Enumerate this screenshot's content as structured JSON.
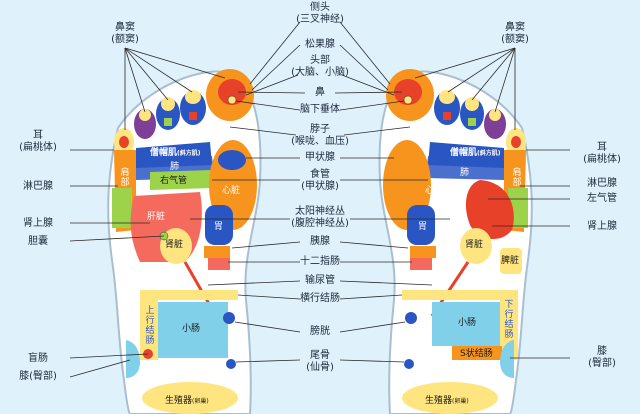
{
  "center_labels": [
    {
      "id": "toe-head",
      "text": "头部",
      "sub": "(大脑、小脑)"
    },
    {
      "id": "nose",
      "text": "鼻"
    },
    {
      "id": "pituitary",
      "text": "脑下垂体"
    },
    {
      "id": "neck",
      "text": "脖子",
      "sub": "(喉咙、血压)"
    },
    {
      "id": "thyroid",
      "text": "甲状腺"
    },
    {
      "id": "esophagus",
      "text": "食管",
      "sub": "(甲状腺)"
    },
    {
      "id": "solar",
      "text": "太阳神经丛",
      "sub": "(腹腔神经丛)"
    },
    {
      "id": "pancreas",
      "text": "胰腺"
    },
    {
      "id": "duodenum",
      "text": "十二指肠"
    },
    {
      "id": "ureter",
      "text": "输尿管"
    },
    {
      "id": "transverse",
      "text": "横行结肠"
    },
    {
      "id": "bladder",
      "text": "膀胱"
    },
    {
      "id": "coccyx",
      "text": "尾骨",
      "sub": "(仙骨)"
    }
  ],
  "top_labels": {
    "trigeminal": {
      "text": "侧头",
      "sub": "(三叉神经)"
    },
    "pineal": {
      "text": "松果腺"
    }
  },
  "left_labels": {
    "sinus": {
      "text": "鼻窦",
      "sub": "(额窦)"
    },
    "ear": {
      "text": "耳",
      "sub": "(扁桃体)"
    },
    "lymph": {
      "text": "淋巴腺"
    },
    "adrenal": {
      "text": "肾上腺"
    },
    "gallbladder": {
      "text": "胆囊"
    },
    "appendix": {
      "text": "盲肠"
    },
    "knee": {
      "text": "膝",
      "sub": "(臀部)"
    }
  },
  "right_labels": {
    "sinus": {
      "text": "鼻窦",
      "sub": "(额窦)"
    },
    "ear": {
      "text": "耳",
      "sub": "(扁桃体)"
    },
    "lymph": {
      "text": "淋巴腺"
    },
    "bronchus": {
      "text": "左气管"
    },
    "adrenal": {
      "text": "肾上腺"
    },
    "knee": {
      "text": "膝",
      "sub": "(臀部)"
    }
  },
  "left_foot": {
    "trapezius": "僧帽肌",
    "trapezius_sub": "(斜方肌)",
    "lung": "肺",
    "right_bronchus": "右气管",
    "shoulder": "肩部",
    "liver": "肝脏",
    "heart": "心脏",
    "stomach": "胃",
    "kidney": "肾脏",
    "ascending": "上行结肠",
    "small": "小肠",
    "reproductive": "生殖器",
    "reproductive_sub": "(卵巢)"
  },
  "right_foot": {
    "trapezius": "僧帽肌",
    "trapezius_sub": "(斜方肌)",
    "lung": "肺",
    "shoulder": "肩部",
    "heart": "心脏",
    "stomach": "胃",
    "spleen": "脾脏",
    "kidney": "肾脏",
    "descending": "下行结肠",
    "small": "小肠",
    "sigmoid": "S状结肠",
    "reproductive": "生殖器",
    "reproductive_sub": "(卵巢)"
  },
  "colors": {
    "background": "#dff1fb",
    "foot": "#ffffff",
    "outline": "#a9bfd1",
    "red": "#e8412a",
    "orange": "#f7941d",
    "yellow": "#ffe57f",
    "blue": "#2a56c4",
    "purple": "#7d3f98",
    "green": "#9dd24b",
    "cyan": "#7fd0e8",
    "salmon": "#f46a5d"
  }
}
